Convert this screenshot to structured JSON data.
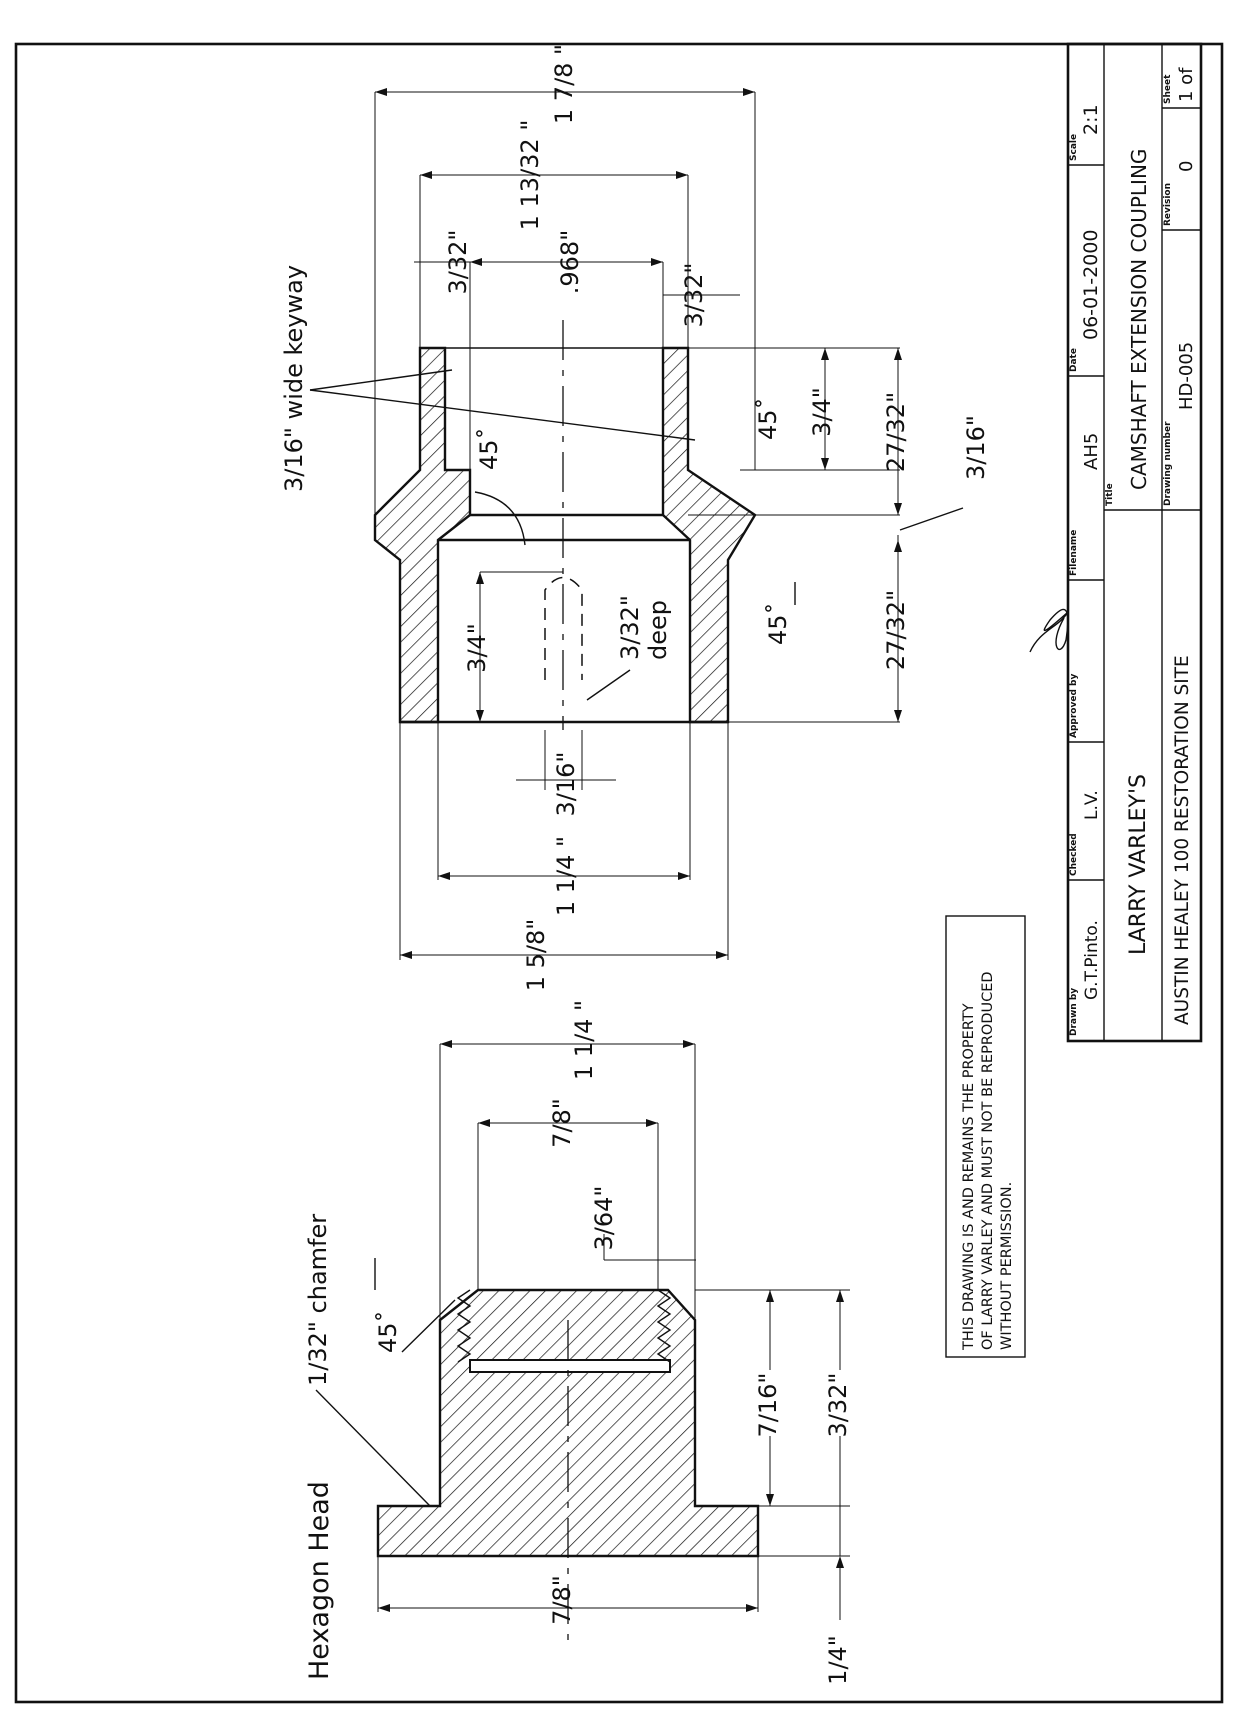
{
  "title_block": {
    "drawn_by_label": "Drawn by",
    "drawn_by": "G.T.Pinto.",
    "checked_label": "Checked",
    "checked": "L.V.",
    "approved_label": "Approved by",
    "filename_label": "Filename",
    "filename": "AH5",
    "date_label": "Date",
    "date": "06-01-2000",
    "scale_label": "Scale",
    "scale": "2:1",
    "company": "LARRY VARLEY'S",
    "site": "AUSTIN HEALEY 100 RESTORATION SITE",
    "title_label": "Title",
    "title": "CAMSHAFT EXTENSION COUPLING",
    "drawing_number_label": "Drawing number",
    "drawing_number": "HD-005",
    "revision_label": "Revision",
    "revision": "0",
    "sheet_label": "Sheet",
    "sheet": "1 of"
  },
  "notice": {
    "line1": "THIS DRAWING IS AND REMAINS THE PROPERTY",
    "line2": "OF LARRY VARLEY AND MUST NOT BE   REPRODUCED",
    "line3": "WITHOUT PERMISSION."
  },
  "coupling": {
    "dim_overall_length": "1 7/8 \"",
    "dim_bore_length": "1 13/32 \"",
    "dim_bore_dia": ".968\"",
    "dim_step_top": "3/32\"",
    "dim_step_bottom": "3/32\"",
    "keyway_label": "3/16\"  wide keyway",
    "angle_1": "45˚",
    "angle_2": "45˚",
    "angle_3": "45˚",
    "dim_length_right_upper": "3/4\"",
    "dim_27_32_upper": "27/32\"",
    "dim_3_16_right": "3/16\"",
    "dim_27_32_lower": "27/32\"",
    "dim_3_4_inside": "3/4\"",
    "slot_depth": "3/32\"",
    "slot_depth_word": "deep",
    "dim_slot_width": "3/16\"",
    "dim_1_1_4": "1 1/4 \"",
    "dim_1_5_8": "1 5/8\""
  },
  "hex_bolt": {
    "label": "Hexagon  Head",
    "chamfer_label": "1/32\"  chamfer",
    "angle": "45˚",
    "dim_1_1_4": "1 1/4 \"",
    "dim_7_8_top": "7/8\"",
    "dim_3_64": "3/64\"",
    "dim_7_16": "7/16\"",
    "dim_3_32": "3/32\"",
    "dim_7_8_bottom": "7/8\"",
    "dim_1_4": "1/4\""
  }
}
